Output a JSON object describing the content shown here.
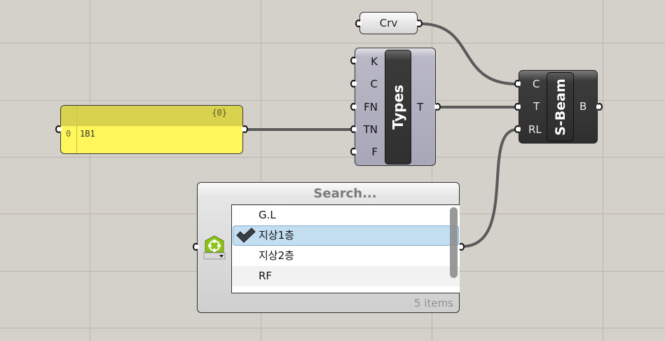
{
  "canvas": {
    "background": "#d4d0ca",
    "grid_color": "#bab6ae",
    "wire_color": "#5a5a5a"
  },
  "panel": {
    "path": "{0}",
    "index": "0",
    "value": "1B1"
  },
  "crv_param": {
    "label": "Crv"
  },
  "types_component": {
    "name": "Types",
    "inputs": [
      "K",
      "C",
      "FN",
      "TN",
      "F"
    ],
    "outputs": [
      "T"
    ]
  },
  "sbeam_component": {
    "name": "S-Beam",
    "inputs": [
      "C",
      "T",
      "RL"
    ],
    "outputs": [
      "B"
    ]
  },
  "value_list": {
    "search_label": "Search...",
    "items": [
      {
        "label": "G.L",
        "selected": false
      },
      {
        "label": "지상1층",
        "selected": true
      },
      {
        "label": "지상2층",
        "selected": false
      },
      {
        "label": "RF",
        "selected": false
      }
    ],
    "count_label": "5 items",
    "icon": "value-list-icon"
  }
}
